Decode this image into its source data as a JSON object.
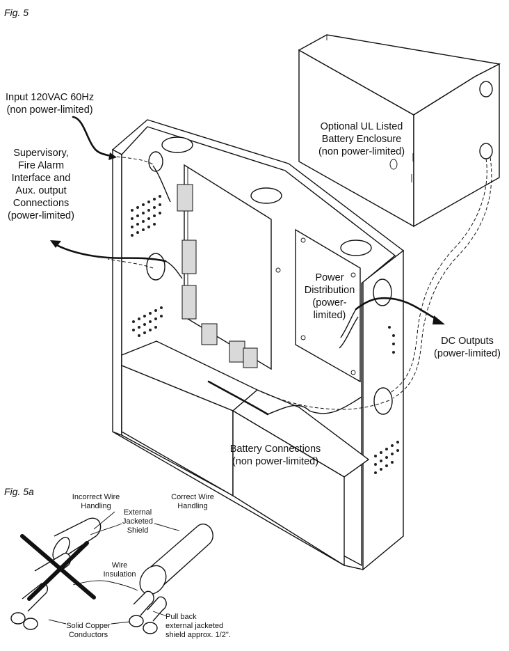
{
  "fig5": {
    "title": "Fig. 5",
    "labels": {
      "input": [
        "Input 120VAC 60Hz",
        "(non power-limited)"
      ],
      "supervisory": [
        "Supervisory,",
        "Fire Alarm",
        "Interface and",
        "Aux. output",
        "Connections",
        "(power-limited)"
      ],
      "battery_enclosure": [
        "Optional UL Listed",
        "Battery Enclosure",
        "(non power-limited)"
      ],
      "power_distribution": [
        "Power",
        "Distribution",
        "(power-",
        "limited)"
      ],
      "dc_outputs": [
        "DC Outputs",
        "(power-limited)"
      ],
      "battery_connections": [
        "Battery Connections",
        "(non power-limited)"
      ]
    }
  },
  "fig5a": {
    "title": "Fig. 5a",
    "labels": {
      "incorrect": [
        "Incorrect Wire",
        "Handling"
      ],
      "correct": [
        "Correct Wire",
        "Handling"
      ],
      "external_shield": [
        "External",
        "Jacketed",
        "Shield"
      ],
      "wire_insulation": [
        "Wire",
        "Insulation"
      ],
      "solid_copper": [
        "Solid Copper",
        "Conductors"
      ],
      "pull_back": [
        "Pull back",
        "external jacketed",
        "shield approx. 1/2\"."
      ]
    }
  }
}
